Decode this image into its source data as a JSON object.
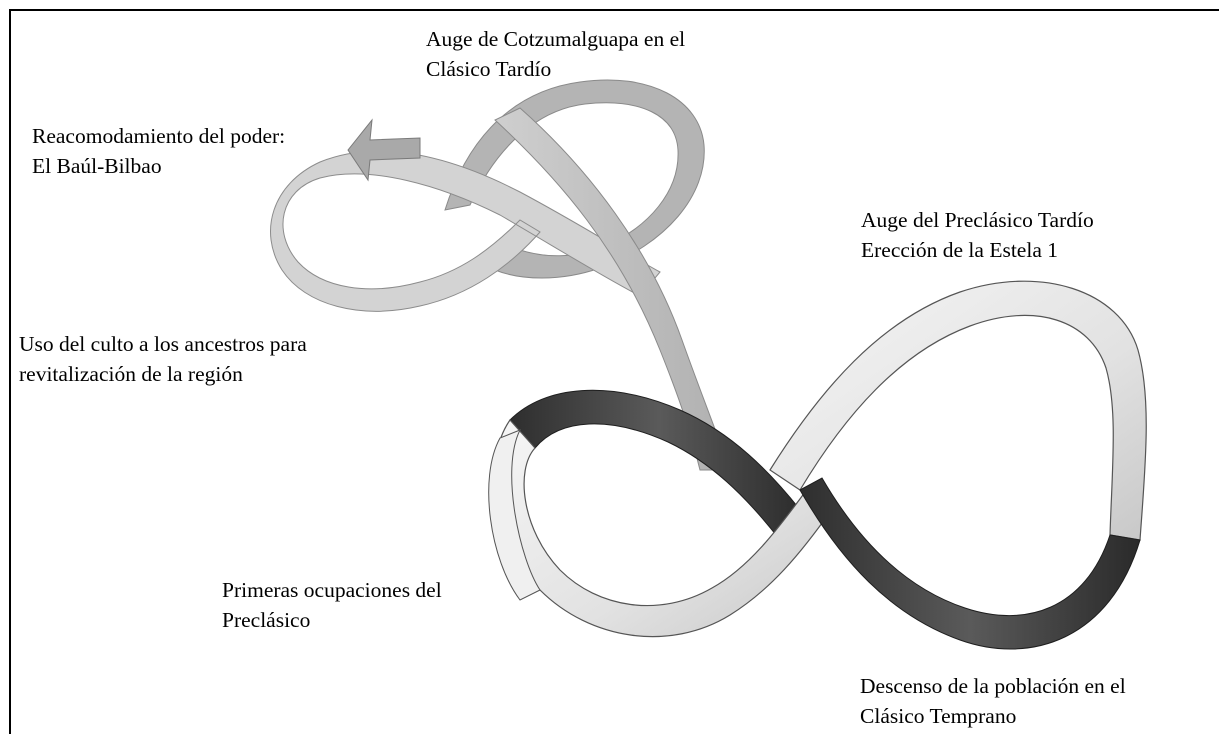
{
  "labels": {
    "cotzumalguapa": {
      "line1": "Auge de Cotzumalguapa en el",
      "line2": "Clásico Tardío"
    },
    "reacomodamiento": {
      "line1": "Reacomodamiento del poder:",
      "line2": "El Baúl-Bilbao"
    },
    "preclasico_tardio": {
      "line1": "Auge del Preclásico Tardío",
      "line2": "Erección de la Estela 1"
    },
    "culto_ancestros": {
      "line1": "Uso del culto a los ancestros para",
      "line2": "revitalización de la región"
    },
    "primeras_ocupaciones": {
      "line1": "Primeras ocupaciones del",
      "line2": "Preclásico"
    },
    "descenso_poblacion": {
      "line1": "Descenso de la población en el",
      "line2": "Clásico Temprano"
    }
  },
  "colors": {
    "ribbon_light": "#eeeeee",
    "ribbon_mid": "#bdbdbd",
    "ribbon_dark": "#3a3a3a",
    "ribbon_faded": "#d2d2d2",
    "ribbon_edge": "#7a7a7a",
    "frame": "#000000"
  }
}
